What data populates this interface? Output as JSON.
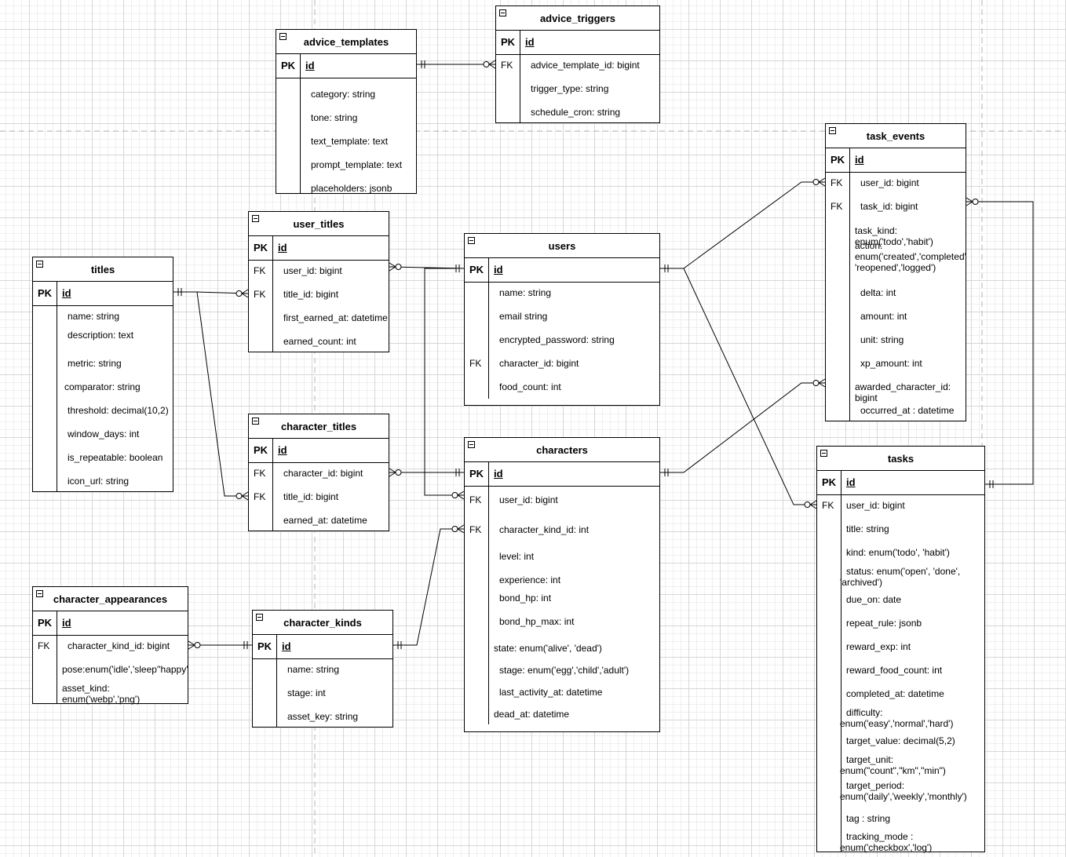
{
  "entities": {
    "advice_templates": {
      "title": "advice_templates",
      "pk": {
        "key": "PK",
        "name": "id"
      },
      "fields": [
        {
          "key": "",
          "name": "category: string"
        },
        {
          "key": "",
          "name": "tone: string"
        },
        {
          "key": "",
          "name": "text_template: text"
        },
        {
          "key": "",
          "name": "prompt_template: text"
        },
        {
          "key": "",
          "name": "placeholders: jsonb"
        }
      ]
    },
    "advice_triggers": {
      "title": "advice_triggers",
      "pk": {
        "key": "PK",
        "name": "id"
      },
      "fields": [
        {
          "key": "FK",
          "name": "advice_template_id: bigint"
        },
        {
          "key": "",
          "name": "trigger_type: string"
        },
        {
          "key": "",
          "name": "schedule_cron: string"
        }
      ]
    },
    "task_events": {
      "title": "task_events",
      "pk": {
        "key": "PK",
        "name": "id"
      },
      "fields": [
        {
          "key": "FK",
          "name": "user_id: bigint"
        },
        {
          "key": "FK",
          "name": "task_id: bigint"
        },
        {
          "key": "",
          "name": "task_kind:\nenum('todo','habit')"
        },
        {
          "key": "",
          "name": "action:\nenum('created','completed'\n'reopened','logged')"
        },
        {
          "key": "",
          "name": "delta: int"
        },
        {
          "key": "",
          "name": "amount: int"
        },
        {
          "key": "",
          "name": "unit: string"
        },
        {
          "key": "",
          "name": "xp_amount: int"
        },
        {
          "key": "",
          "name": "awarded_character_id:\nbigint"
        },
        {
          "key": "",
          "name": "occurred_at : datetime"
        }
      ]
    },
    "user_titles": {
      "title": "user_titles",
      "pk": {
        "key": "PK",
        "name": "id"
      },
      "fields": [
        {
          "key": "FK",
          "name": "user_id: bigint"
        },
        {
          "key": "FK",
          "name": "title_id: bigint"
        },
        {
          "key": "",
          "name": "first_earned_at: datetime"
        },
        {
          "key": "",
          "name": "earned_count: int"
        }
      ]
    },
    "users": {
      "title": "users",
      "pk": {
        "key": "PK",
        "name": "id"
      },
      "fields": [
        {
          "key": "",
          "name": "name: string"
        },
        {
          "key": "",
          "name": "email string"
        },
        {
          "key": "",
          "name": "encrypted_password: string"
        },
        {
          "key": "FK",
          "name": "character_id: bigint"
        },
        {
          "key": "",
          "name": "food_count: int"
        }
      ]
    },
    "titles": {
      "title": "titles",
      "pk": {
        "key": "PK",
        "name": "id"
      },
      "fields": [
        {
          "key": "",
          "name": "name: string"
        },
        {
          "key": "",
          "name": "description: text"
        },
        {
          "key": "",
          "name": "metric: string"
        },
        {
          "key": "",
          "name": "comparator: string"
        },
        {
          "key": "",
          "name": "threshold: decimal(10,2)"
        },
        {
          "key": "",
          "name": "window_days: int"
        },
        {
          "key": "",
          "name": "is_repeatable: boolean"
        },
        {
          "key": "",
          "name": "icon_url: string"
        }
      ]
    },
    "character_titles": {
      "title": "character_titles",
      "pk": {
        "key": "PK",
        "name": "id"
      },
      "fields": [
        {
          "key": "FK",
          "name": "character_id: bigint"
        },
        {
          "key": "FK",
          "name": "title_id: bigint"
        },
        {
          "key": "",
          "name": "earned_at: datetime"
        }
      ]
    },
    "characters": {
      "title": "characters",
      "pk": {
        "key": "PK",
        "name": "id"
      },
      "fields": [
        {
          "key": "FK",
          "name": "user_id: bigint"
        },
        {
          "key": "FK",
          "name": "character_kind_id: int"
        },
        {
          "key": "",
          "name": "level: int"
        },
        {
          "key": "",
          "name": "experience: int"
        },
        {
          "key": "",
          "name": "bond_hp: int"
        },
        {
          "key": "",
          "name": "bond_hp_max: int"
        },
        {
          "key": "",
          "name": "state: enum('alive', 'dead')"
        },
        {
          "key": "",
          "name": "stage: enum('egg','child','adult')"
        },
        {
          "key": "",
          "name": "last_activity_at: datetime"
        },
        {
          "key": "",
          "name": "dead_at: datetime"
        }
      ]
    },
    "tasks": {
      "title": "tasks",
      "pk": {
        "key": "PK",
        "name": "id"
      },
      "fields": [
        {
          "key": "FK",
          "name": "user_id: bigint"
        },
        {
          "key": "",
          "name": "title: string"
        },
        {
          "key": "",
          "name": "kind: enum('todo', 'habit')"
        },
        {
          "key": "",
          "name": "status: enum('open', 'done',\n'archived')"
        },
        {
          "key": "",
          "name": "due_on: date"
        },
        {
          "key": "",
          "name": "repeat_rule: jsonb"
        },
        {
          "key": "",
          "name": "reward_exp: int"
        },
        {
          "key": "",
          "name": "reward_food_count: int"
        },
        {
          "key": "",
          "name": "completed_at: datetime"
        },
        {
          "key": "",
          "name": "difficulty:\nenum('easy','normal','hard')"
        },
        {
          "key": "",
          "name": "target_value: decimal(5,2)"
        },
        {
          "key": "",
          "name": "target_unit:\nenum(\"count\",\"km\",\"min\")"
        },
        {
          "key": "",
          "name": "target_period:\nenum('daily','weekly','monthly')"
        },
        {
          "key": "",
          "name": "tag : string"
        },
        {
          "key": "",
          "name": "tracking_mode :\nenum('checkbox','log')"
        }
      ]
    },
    "character_appearances": {
      "title": "character_appearances",
      "pk": {
        "key": "PK",
        "name": "id"
      },
      "fields": [
        {
          "key": "FK",
          "name": "character_kind_id: bigint"
        },
        {
          "key": "",
          "name": "pose:enum('idle','sleep''happy'"
        },
        {
          "key": "",
          "name": "asset_kind:\nenum('webp','png')"
        }
      ]
    },
    "character_kinds": {
      "title": "character_kinds",
      "pk": {
        "key": "PK",
        "name": "id"
      },
      "fields": [
        {
          "key": "",
          "name": "name: string"
        },
        {
          "key": "",
          "name": "stage: int"
        },
        {
          "key": "",
          "name": "asset_key: string"
        }
      ]
    }
  },
  "relationships": [
    {
      "from": "advice_templates.id",
      "to": "advice_triggers.advice_template_id",
      "cardinality": "one-to-many"
    },
    {
      "from": "users.id",
      "to": "user_titles.user_id",
      "cardinality": "one-to-many"
    },
    {
      "from": "titles.id",
      "to": "user_titles.title_id",
      "cardinality": "one-to-many"
    },
    {
      "from": "titles.id",
      "to": "character_titles.title_id",
      "cardinality": "one-to-many"
    },
    {
      "from": "characters.id",
      "to": "character_titles.character_id",
      "cardinality": "one-to-many"
    },
    {
      "from": "users.id",
      "to": "characters.user_id",
      "cardinality": "one-to-many"
    },
    {
      "from": "character_kinds.id",
      "to": "characters.character_kind_id",
      "cardinality": "one-to-many"
    },
    {
      "from": "character_kinds.id",
      "to": "character_appearances.character_kind_id",
      "cardinality": "one-to-many"
    },
    {
      "from": "users.id",
      "to": "task_events.user_id",
      "cardinality": "one-to-many"
    },
    {
      "from": "users.id",
      "to": "tasks.user_id",
      "cardinality": "one-to-many"
    },
    {
      "from": "tasks.id",
      "to": "task_events.task_id",
      "cardinality": "one-to-many"
    },
    {
      "from": "characters.id",
      "to": "task_events.awarded_character_id",
      "cardinality": "one-to-many"
    }
  ]
}
